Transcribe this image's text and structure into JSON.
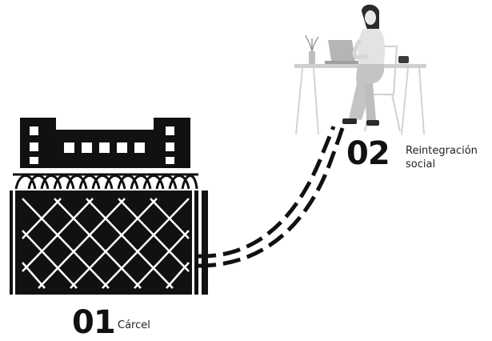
{
  "steps": [
    {
      "number": "01",
      "label": "Cárcel",
      "icon": "prison-icon"
    },
    {
      "number": "02",
      "label_line1": "Reintegración",
      "label_line2": "social",
      "icon": "woman-at-laptop-illustration"
    }
  ],
  "colors": {
    "ink": "#111111",
    "illustration_gray": "#c8c8c8",
    "illustration_dark": "#3a3a3a",
    "background": "#ffffff"
  }
}
